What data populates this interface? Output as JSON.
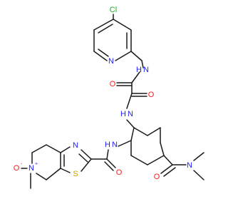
{
  "atom_labels": {
    "cl": "Cl",
    "n_pyridine": "N",
    "nh_amide_top": "H",
    "nh_amide_top_n": "N",
    "o_upper_left": "O",
    "o_upper_right": "O",
    "nh_mid_h": "H",
    "nh_mid_n": "N",
    "nh_lower_h": "H",
    "nh_lower_n": "N",
    "o_lower_amide": "O",
    "n_thiazole": "N",
    "s_thiazole": "S",
    "n_oxide": "N",
    "n_oxide_charge": "+",
    "o_oxide": "O",
    "o_oxide_charge": "-",
    "o_dimethylamide": "O",
    "n_dimethyl": "N"
  },
  "colors": {
    "carbon_bond": "#1a1a1a",
    "chlorine": "#1fae1f",
    "nitrogen": "#2020ff",
    "oxygen": "#ff1a1a",
    "sulfur": "#c8a400"
  }
}
